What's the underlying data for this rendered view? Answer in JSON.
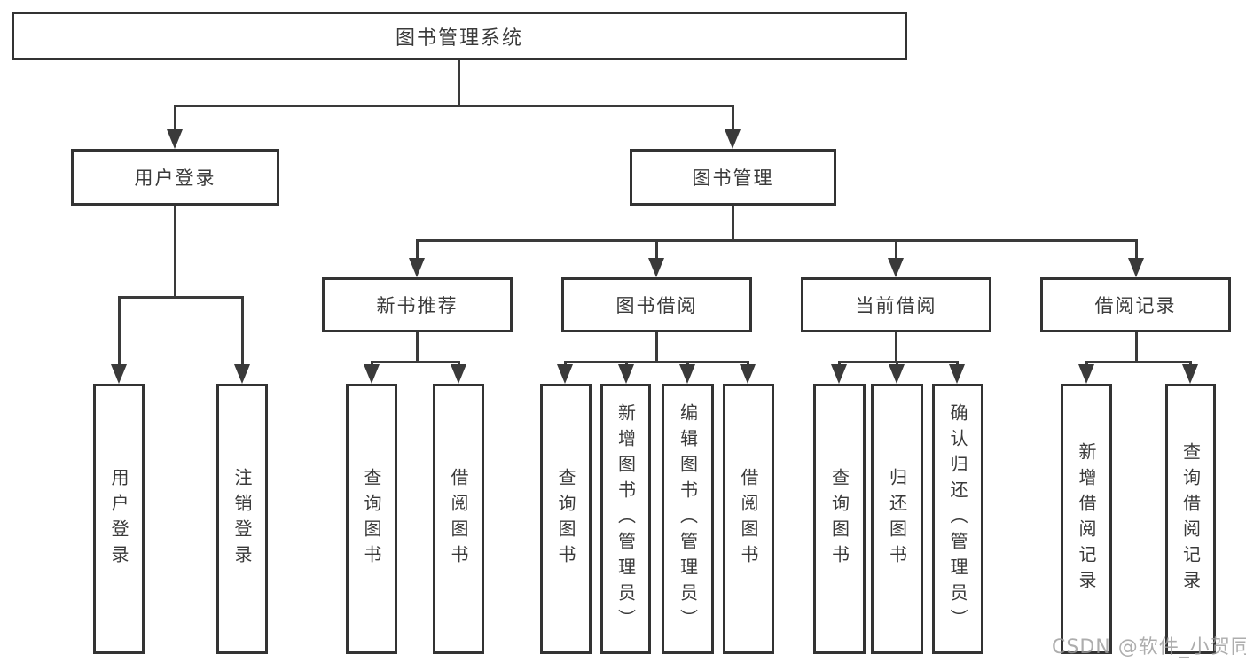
{
  "diagram": {
    "root": "图书管理系统",
    "level2": {
      "user_login": "用户登录",
      "book_mgmt": "图书管理"
    },
    "level3": {
      "new_books": "新书推荐",
      "book_borrow": "图书借阅",
      "current_borrow": "当前借阅",
      "borrow_records": "借阅记录"
    },
    "leaves": {
      "user_login": [
        "用户登录",
        "注销登录"
      ],
      "new_books": [
        "查询图书",
        "借阅图书"
      ],
      "book_borrow": [
        "查询图书",
        "新增图书（管理员）",
        "编辑图书（管理员）",
        "借阅图书"
      ],
      "current_borrow": [
        "查询图书",
        "归还图书",
        "确认归还（管理员）"
      ],
      "borrow_records": [
        "新增借阅记录",
        "查询借阅记录"
      ]
    }
  },
  "watermark": "CSDN @软件_小贺同学",
  "colors": {
    "line": "#3a3a3a",
    "box_border": "#333333",
    "box_bg": "#ffffff",
    "text": "#3a3a3a",
    "watermark": "#9b9b9b",
    "background": "#ffffff"
  }
}
